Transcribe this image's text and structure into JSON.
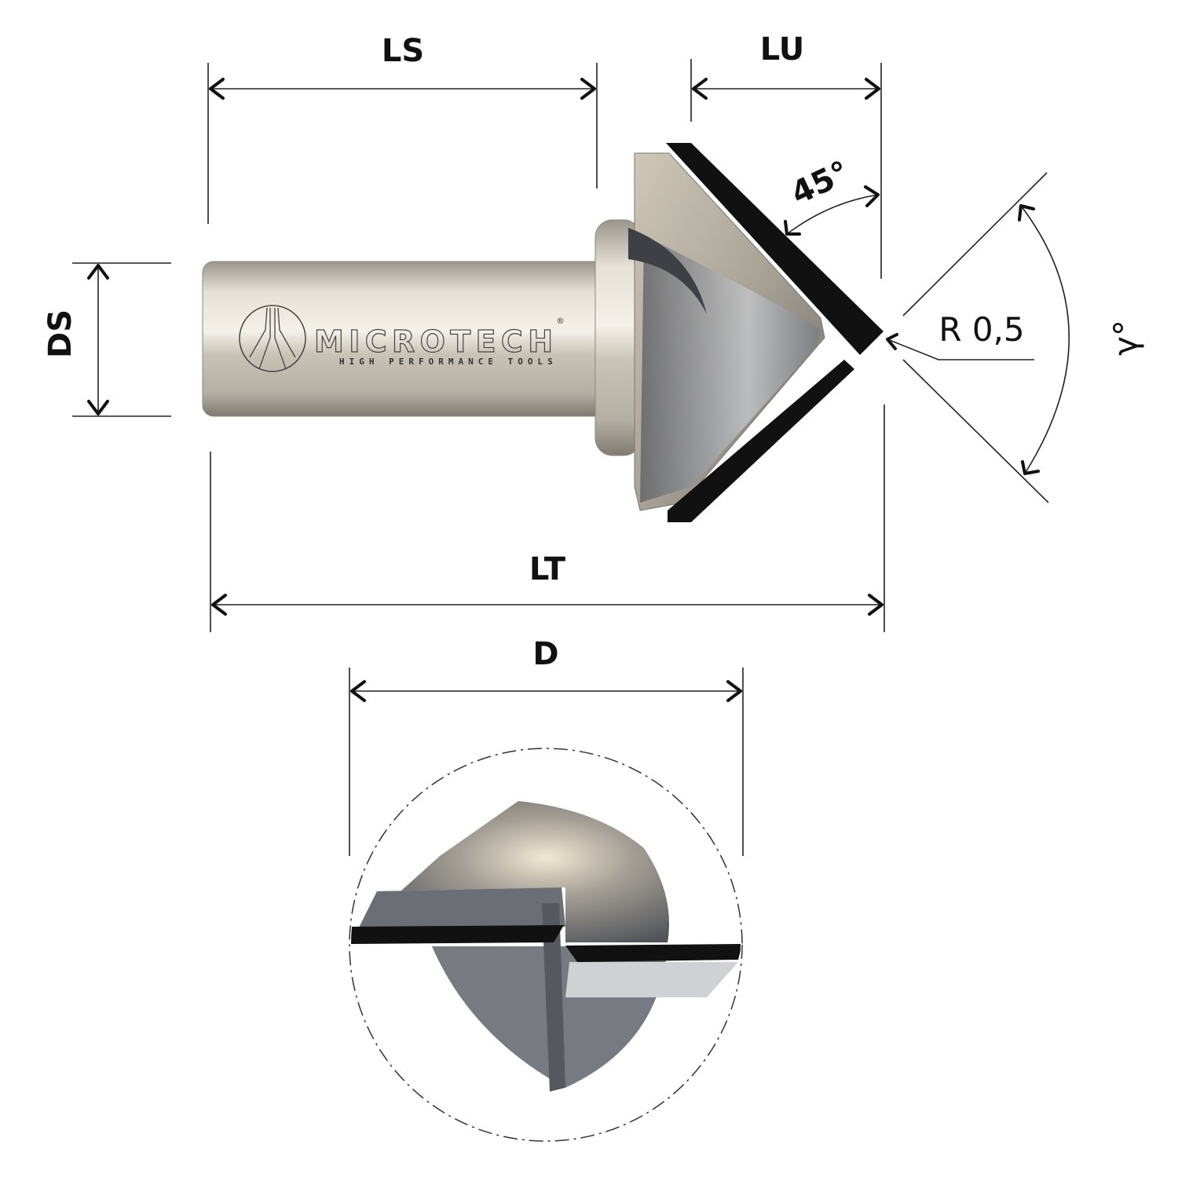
{
  "dimensions": {
    "ls": "LS",
    "lu": "LU",
    "ds": "DS",
    "lt": "LT",
    "d": "D",
    "angle_45": "45°",
    "radius": "R 0,5",
    "gamma": "γ°"
  },
  "logo": {
    "brand": "MICROTECH",
    "tagline": "HIGH PERFORMANCE TOOLS",
    "registered": "®"
  },
  "colors": {
    "blade": "#111111",
    "steel_light": "#d8d2c4",
    "steel_dark": "#8a877f"
  }
}
